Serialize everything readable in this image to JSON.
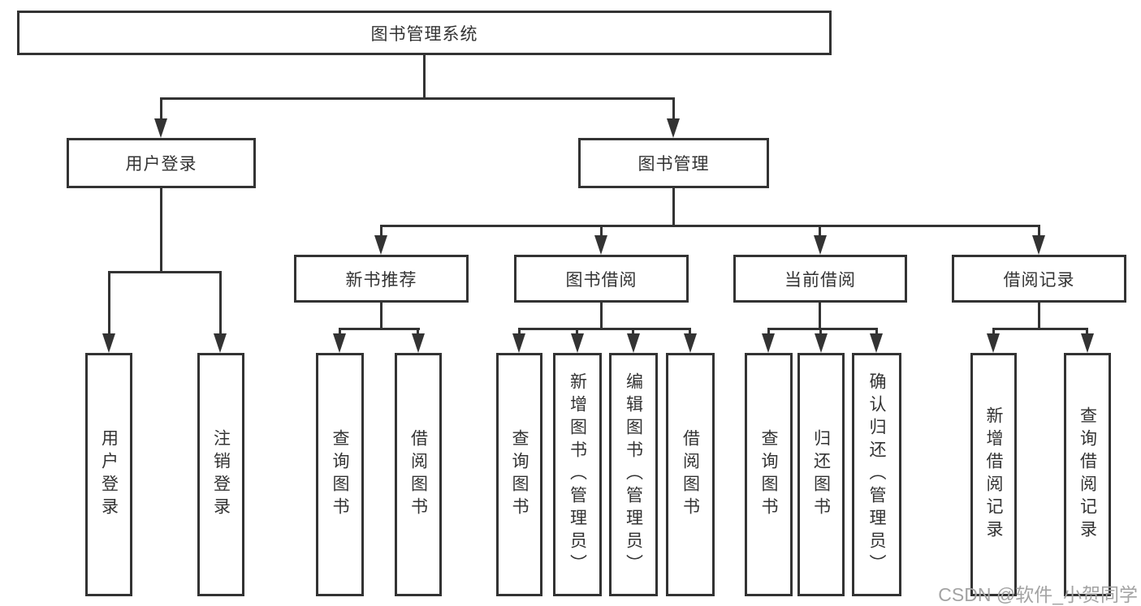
{
  "diagram": {
    "title": "图书管理系统",
    "level2": [
      "用户登录",
      "图书管理"
    ],
    "level3": [
      "新书推荐",
      "图书借阅",
      "当前借阅",
      "借阅记录"
    ],
    "leaves_user_login": [
      "用户登录",
      "注销登录"
    ],
    "leaves_new_book": [
      "查询图书",
      "借阅图书"
    ],
    "leaves_book_borrow": [
      "查询图书",
      "新增图书（管理员）",
      "编辑图书（管理员）",
      "借阅图书"
    ],
    "leaves_current_borrow": [
      "查询图书",
      "归还图书",
      "确认归还（管理员）"
    ],
    "leaves_borrow_records": [
      "新增借阅记录",
      "查询借阅记录"
    ]
  },
  "watermark": {
    "text": "CSDN @软件_小贺同学"
  },
  "colors": {
    "line": "#333333",
    "box_fill": "#ffffff",
    "text": "#333333",
    "background": "#ffffff",
    "watermark": "#a3a3a3"
  }
}
